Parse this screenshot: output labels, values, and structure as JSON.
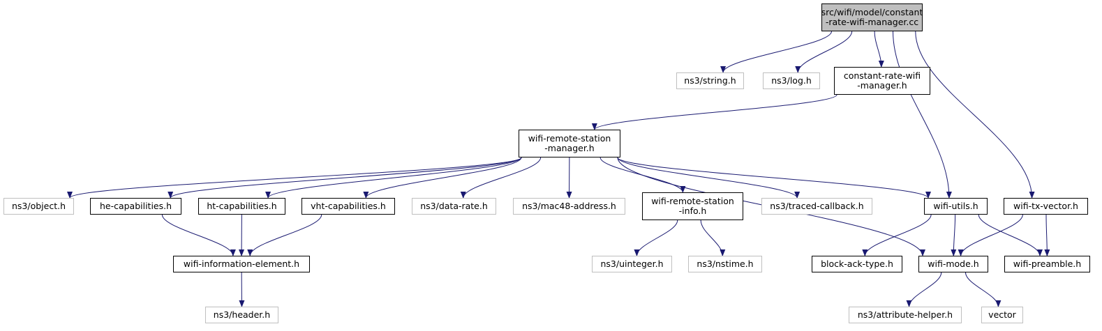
{
  "graph": {
    "root": {
      "lines": [
        "src/wifi/model/constant",
        "-rate-wifi-manager.cc"
      ],
      "fill": "#bfbfbf"
    },
    "edge_color": "#191970",
    "external_border": "#bfbfbf",
    "nodes": {
      "ns3_string": {
        "lines": [
          "ns3/string.h"
        ],
        "external": true
      },
      "ns3_log": {
        "lines": [
          "ns3/log.h"
        ],
        "external": true
      },
      "constant_rate_h": {
        "lines": [
          "constant-rate-wifi",
          "-manager.h"
        ]
      },
      "wrsm": {
        "lines": [
          "wifi-remote-station",
          "-manager.h"
        ]
      },
      "ns3_object": {
        "lines": [
          "ns3/object.h"
        ],
        "external": true
      },
      "he_cap": {
        "lines": [
          "he-capabilities.h"
        ]
      },
      "ht_cap": {
        "lines": [
          "ht-capabilities.h"
        ]
      },
      "vht_cap": {
        "lines": [
          "vht-capabilities.h"
        ]
      },
      "ns3_data_rate": {
        "lines": [
          "ns3/data-rate.h"
        ],
        "external": true
      },
      "ns3_mac48": {
        "lines": [
          "ns3/mac48-address.h"
        ],
        "external": true
      },
      "wrs_info": {
        "lines": [
          "wifi-remote-station",
          "-info.h"
        ]
      },
      "ns3_traced_cb": {
        "lines": [
          "ns3/traced-callback.h"
        ],
        "external": true
      },
      "wifi_utils": {
        "lines": [
          "wifi-utils.h"
        ]
      },
      "wifi_tx_vector": {
        "lines": [
          "wifi-tx-vector.h"
        ]
      },
      "wifi_info_elem": {
        "lines": [
          "wifi-information-element.h"
        ]
      },
      "ns3_uinteger": {
        "lines": [
          "ns3/uinteger.h"
        ],
        "external": true
      },
      "ns3_nstime": {
        "lines": [
          "ns3/nstime.h"
        ],
        "external": true
      },
      "block_ack": {
        "lines": [
          "block-ack-type.h"
        ]
      },
      "wifi_mode": {
        "lines": [
          "wifi-mode.h"
        ]
      },
      "wifi_preamble": {
        "lines": [
          "wifi-preamble.h"
        ]
      },
      "ns3_header": {
        "lines": [
          "ns3/header.h"
        ],
        "external": true
      },
      "ns3_attr_helper": {
        "lines": [
          "ns3/attribute-helper.h"
        ],
        "external": true
      },
      "vector": {
        "lines": [
          "vector"
        ],
        "external": true
      }
    },
    "edges": [
      [
        "root",
        "ns3_string"
      ],
      [
        "root",
        "ns3_log"
      ],
      [
        "root",
        "constant_rate_h"
      ],
      [
        "root",
        "wifi_utils"
      ],
      [
        "root",
        "wifi_tx_vector"
      ],
      [
        "constant_rate_h",
        "wrsm"
      ],
      [
        "wrsm",
        "ns3_object"
      ],
      [
        "wrsm",
        "he_cap"
      ],
      [
        "wrsm",
        "ht_cap"
      ],
      [
        "wrsm",
        "vht_cap"
      ],
      [
        "wrsm",
        "ns3_data_rate"
      ],
      [
        "wrsm",
        "ns3_mac48"
      ],
      [
        "wrsm",
        "wrs_info"
      ],
      [
        "wrsm",
        "ns3_traced_cb"
      ],
      [
        "wrsm",
        "wifi_mode"
      ],
      [
        "wrsm",
        "wifi_utils"
      ],
      [
        "he_cap",
        "wifi_info_elem"
      ],
      [
        "ht_cap",
        "wifi_info_elem"
      ],
      [
        "vht_cap",
        "wifi_info_elem"
      ],
      [
        "wifi_info_elem",
        "ns3_header"
      ],
      [
        "wrs_info",
        "ns3_uinteger"
      ],
      [
        "wrs_info",
        "ns3_nstime"
      ],
      [
        "wifi_utils",
        "block_ack"
      ],
      [
        "wifi_utils",
        "wifi_mode"
      ],
      [
        "wifi_utils",
        "wifi_preamble"
      ],
      [
        "wifi_tx_vector",
        "wifi_mode"
      ],
      [
        "wifi_tx_vector",
        "wifi_preamble"
      ],
      [
        "wifi_mode",
        "ns3_attr_helper"
      ],
      [
        "wifi_mode",
        "vector"
      ]
    ]
  }
}
